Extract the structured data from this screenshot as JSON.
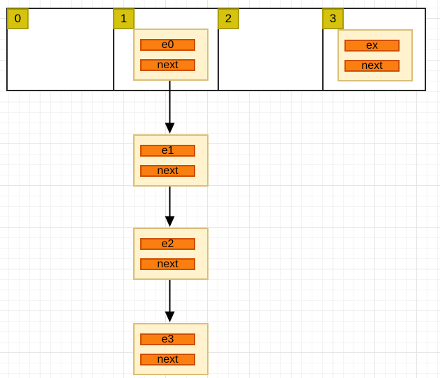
{
  "diagram_type": "hash-table-with-chained-linked-list",
  "colors": {
    "canvas_bg": "#ffffff",
    "grid_minor": "#f4f4f4",
    "grid_major": "#e6e6e6",
    "table_border": "#262626",
    "tab_fill": "#d5c30d",
    "tab_border": "#ab9d04",
    "node_fill": "#fff2cc",
    "node_border": "#d9be77",
    "field_fill": "#fb7e10",
    "field_border": "#cc4e00",
    "arrow": "#000000"
  },
  "hash_table": {
    "buckets": [
      {
        "index": "0"
      },
      {
        "index": "1",
        "node": {
          "label": "e0",
          "pointer": "next"
        }
      },
      {
        "index": "2"
      },
      {
        "index": "3",
        "node": {
          "label": "ex",
          "pointer": "next"
        }
      }
    ]
  },
  "chain": [
    {
      "label": "e1",
      "pointer": "next"
    },
    {
      "label": "e2",
      "pointer": "next"
    },
    {
      "label": "e3",
      "pointer": "next"
    }
  ]
}
